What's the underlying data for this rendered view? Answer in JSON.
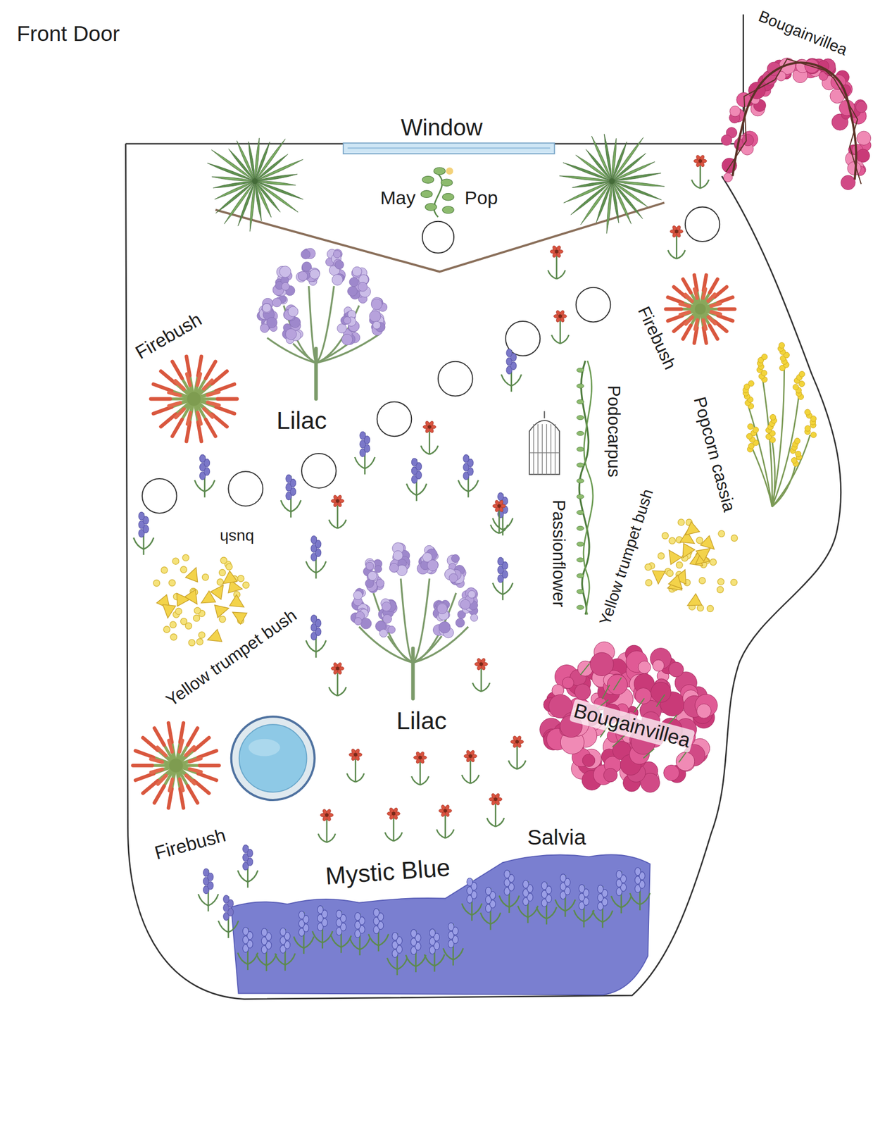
{
  "diagram": {
    "labels": [
      "Front Door",
      "Window",
      "May",
      "Pop",
      "Bougainvillea",
      "Firebush",
      "Lilac",
      "Firebush",
      "Podocarpus",
      "Popcorn cassia",
      "Passionflower",
      "bush",
      "Yellow trumpet bush",
      "Yellow trumpet bush",
      "Lilac",
      "Bougainvillea",
      "Firebush",
      "Salvia",
      "Mystic Blue"
    ]
  }
}
